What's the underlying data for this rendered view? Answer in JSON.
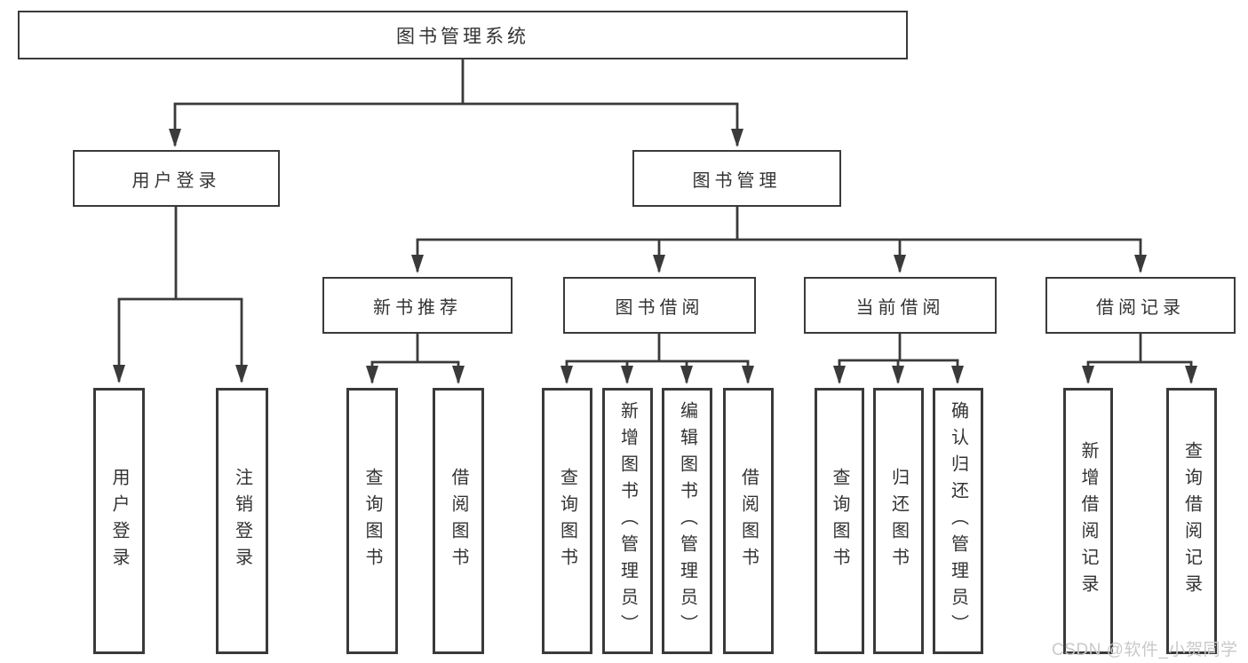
{
  "colors": {
    "line": "#3a3a3a",
    "text": "#333333",
    "watermark": "#c9c9c9",
    "background": "#ffffff"
  },
  "watermark": "CSDN @软件_小贺同学",
  "diagram": {
    "type": "hierarchy-tree",
    "root": {
      "label": "图书管理系统"
    },
    "level2": [
      {
        "id": "user-login",
        "label": "用户登录"
      },
      {
        "id": "book-management",
        "label": "图书管理"
      }
    ],
    "level3": [
      {
        "id": "new-book-recommend",
        "label": "新书推荐",
        "parent": "图书管理"
      },
      {
        "id": "book-borrow",
        "label": "图书借阅",
        "parent": "图书管理"
      },
      {
        "id": "current-borrow",
        "label": "当前借阅",
        "parent": "图书管理"
      },
      {
        "id": "borrow-records",
        "label": "借阅记录",
        "parent": "图书管理"
      }
    ],
    "leaves": [
      {
        "id": "user-login-leaf",
        "label": "用户登录",
        "parent": "用户登录"
      },
      {
        "id": "logout",
        "label": "注销登录",
        "parent": "用户登录"
      },
      {
        "id": "query-books-1",
        "label": "查询图书",
        "parent": "新书推荐"
      },
      {
        "id": "borrow-books-1",
        "label": "借阅图书",
        "parent": "新书推荐"
      },
      {
        "id": "query-books-2",
        "label": "查询图书",
        "parent": "图书借阅"
      },
      {
        "id": "add-book-admin",
        "label": "新增图书（管理员）",
        "parent": "图书借阅"
      },
      {
        "id": "edit-book-admin",
        "label": "编辑图书（管理员）",
        "parent": "图书借阅"
      },
      {
        "id": "borrow-books-2",
        "label": "借阅图书",
        "parent": "图书借阅"
      },
      {
        "id": "query-books-3",
        "label": "查询图书",
        "parent": "当前借阅"
      },
      {
        "id": "return-books",
        "label": "归还图书",
        "parent": "当前借阅"
      },
      {
        "id": "confirm-return-admin",
        "label": "确认归还（管理员）",
        "parent": "当前借阅"
      },
      {
        "id": "add-borrow-record",
        "label": "新增借阅记录",
        "parent": "借阅记录"
      },
      {
        "id": "query-borrow-record",
        "label": "查询借阅记录",
        "parent": "借阅记录"
      }
    ]
  }
}
